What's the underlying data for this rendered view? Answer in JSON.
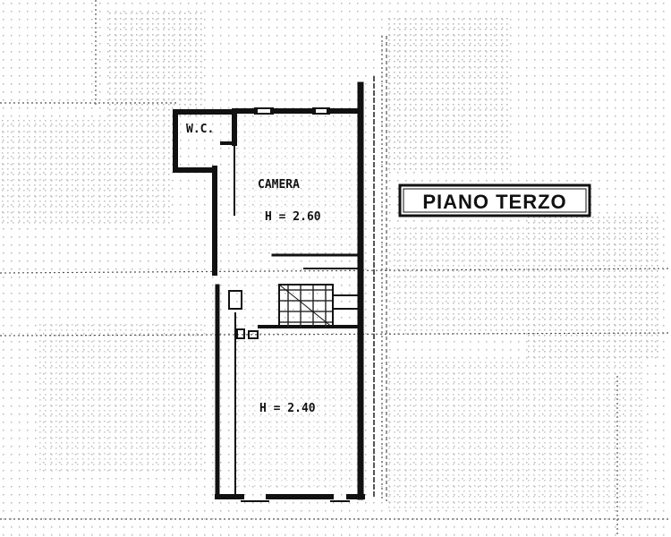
{
  "plan": {
    "floor_title": "PIANO TERZO",
    "rooms": [
      {
        "name": "W.C.",
        "height": ""
      },
      {
        "name": "CAMERA",
        "height": "H = 2.60"
      },
      {
        "name": "",
        "height": "H = 2.40"
      }
    ]
  },
  "colors": {
    "paper": "#ffffff",
    "ink": "#111111",
    "grid_dots": "#9a9a9a"
  }
}
